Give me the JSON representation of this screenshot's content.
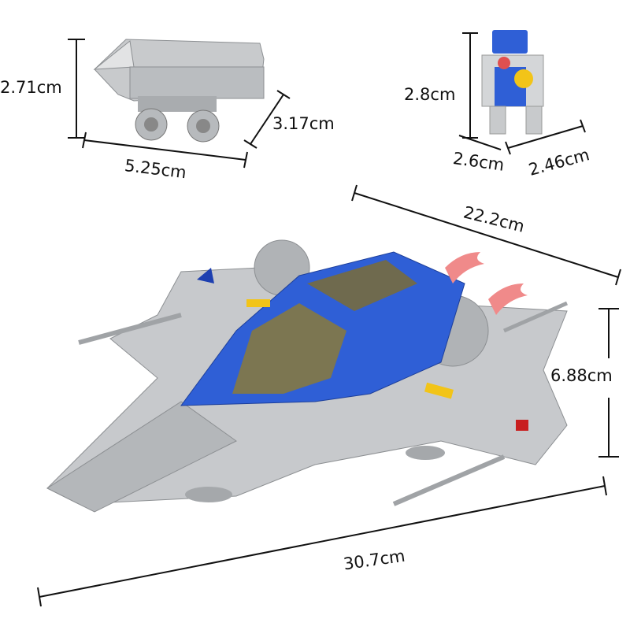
{
  "cart": {
    "height": "2.71cm",
    "depth": "3.17cm",
    "width": "5.25cm"
  },
  "robot": {
    "height": "2.8cm",
    "depth": "2.6cm",
    "width": "2.46cm"
  },
  "spaceship": {
    "width": "22.2cm",
    "height": "6.88cm",
    "length": "30.7cm"
  },
  "colors": {
    "brick_blue": "#2f5fd6",
    "brick_gray": "#c9cbcd",
    "canopy": "#8a7a3a",
    "flame": "#f08a8a",
    "accent_yellow": "#f2c418"
  }
}
